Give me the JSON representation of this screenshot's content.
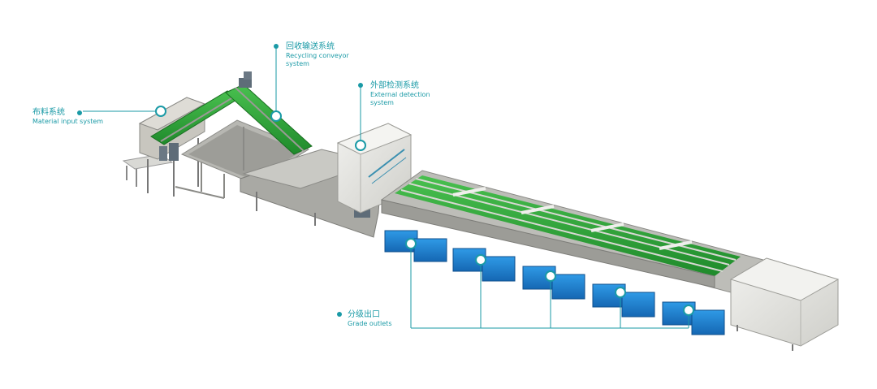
{
  "callouts": {
    "material_input": {
      "zh": "布料系统",
      "en": "Material input system"
    },
    "recycling_conveyor": {
      "zh": "回收输送系统",
      "en_line1": "Recycling conveyor",
      "en_line2": "system"
    },
    "external_detection": {
      "zh": "外部检测系统",
      "en_line1": "External detection",
      "en_line2": "system"
    },
    "grade_outlets": {
      "zh": "分级出口",
      "en": "Grade outlets"
    }
  },
  "colors": {
    "accent": "#1a9aa6",
    "belt_green": "#2faa3a",
    "bin_blue": "#1e88d8",
    "frame_gray": "#a8a8a8",
    "housing": "#e6e6e2"
  },
  "grade_outlet_count": 5
}
